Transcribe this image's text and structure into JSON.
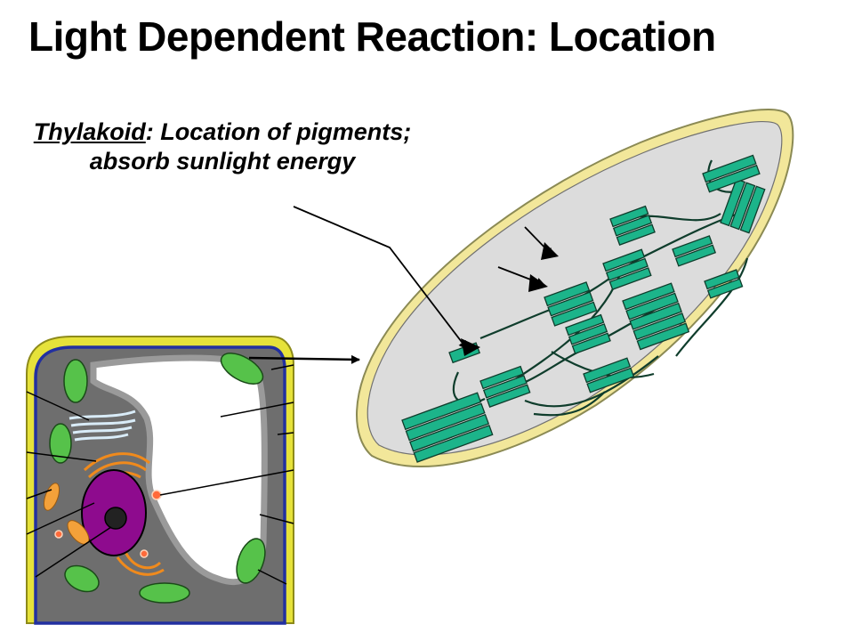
{
  "slide": {
    "title": "Light Dependent Reaction: Location"
  },
  "caption": {
    "term": "Thylakoid",
    "rest": ": Location of pigments; absorb sunlight energy"
  },
  "colors": {
    "thylakoid": "#1cb48a",
    "stroma": "#dcdcdc",
    "envelope": "#f2e79a",
    "cell_wall": "#e6e23a",
    "membrane": "#2230a0",
    "vacuole_rim": "#8a8a8a",
    "nucleus": "#8e0b8e",
    "golgi": "#f08a1c",
    "er": "#d9ecf8",
    "chloroplast_small": "#56c24a"
  },
  "icons": {
    "arrow": "arrowhead-icon"
  }
}
